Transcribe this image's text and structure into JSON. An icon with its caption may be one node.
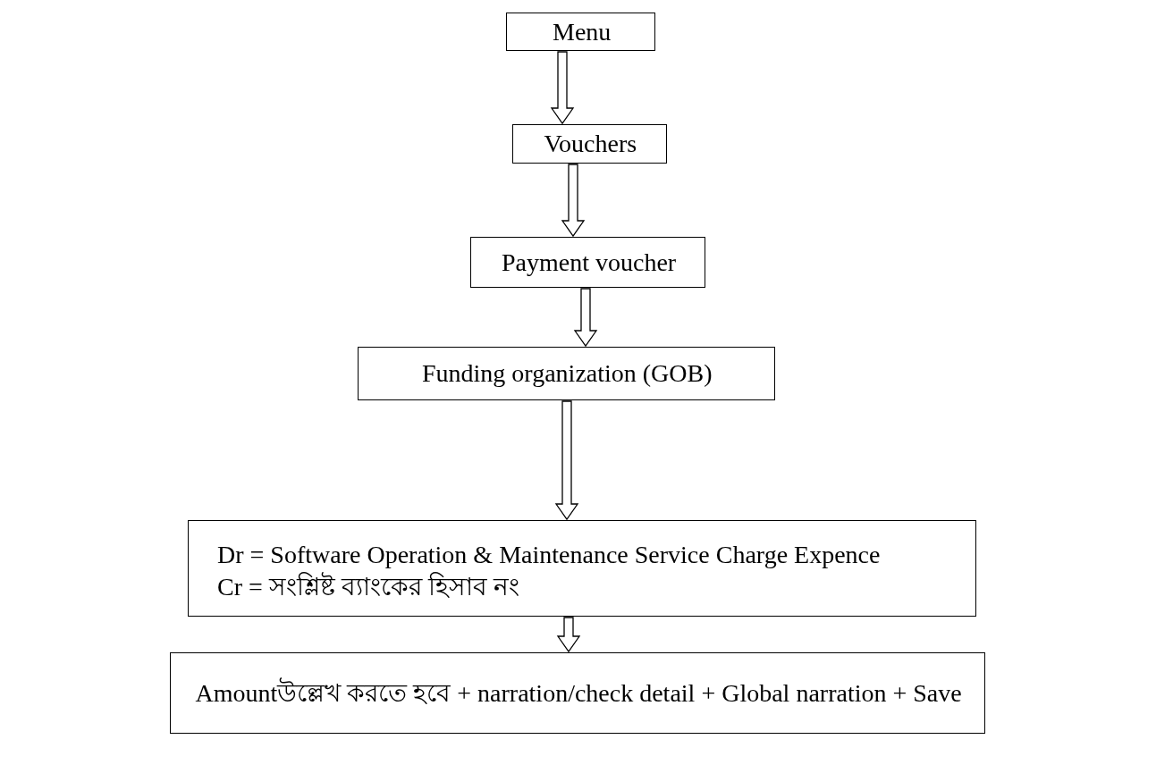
{
  "diagram": {
    "nodes": [
      {
        "text": [
          "Menu"
        ]
      },
      {
        "text": [
          "Vouchers"
        ]
      },
      {
        "text": [
          "Payment voucher"
        ]
      },
      {
        "text": [
          "Funding organization (GOB)"
        ]
      },
      {
        "text": [
          "Dr = Software Operation & Maintenance Service Charge Expence",
          "Cr = সংশ্লিষ্ট ব্যাংকের হিসাব নং"
        ]
      },
      {
        "text": [
          "Amountউল্লেখ করতে হবে + narration/check detail + Global narration + Save"
        ]
      }
    ],
    "edges": [
      {
        "from": 0,
        "to": 1,
        "arrow": "to"
      },
      {
        "from": 1,
        "to": 2,
        "arrow": "to"
      },
      {
        "from": 2,
        "to": 3,
        "arrow": "to"
      },
      {
        "from": 3,
        "to": 4,
        "arrow": "to"
      },
      {
        "from": 4,
        "to": 5,
        "arrow": "to"
      }
    ]
  }
}
